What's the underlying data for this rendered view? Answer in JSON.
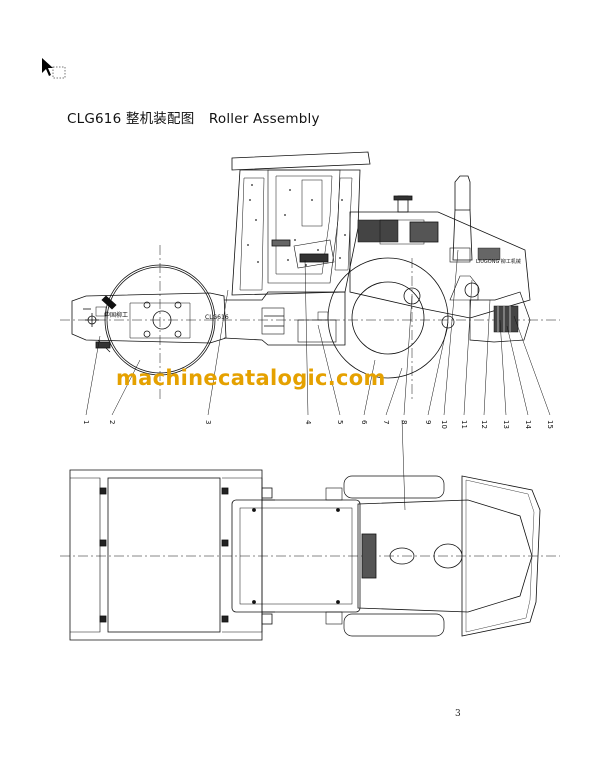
{
  "page": {
    "title_code": "CLG616",
    "title_cn": "整机装配图",
    "title_en": "Roller Assembly",
    "watermark": "machinecatalogic.com",
    "page_number": "3"
  },
  "machine_labels": {
    "drum_plate_brand": "中国柳工",
    "frame_model": "CLG616",
    "side_brand": "LIUGONG 柳工机械"
  },
  "callouts": [
    "1",
    "2",
    "3",
    "4",
    "5",
    "6",
    "7",
    "8",
    "9",
    "10",
    "11",
    "12",
    "13",
    "14",
    "15"
  ],
  "icons": {
    "cursor": "mouse-pointer-icon"
  }
}
